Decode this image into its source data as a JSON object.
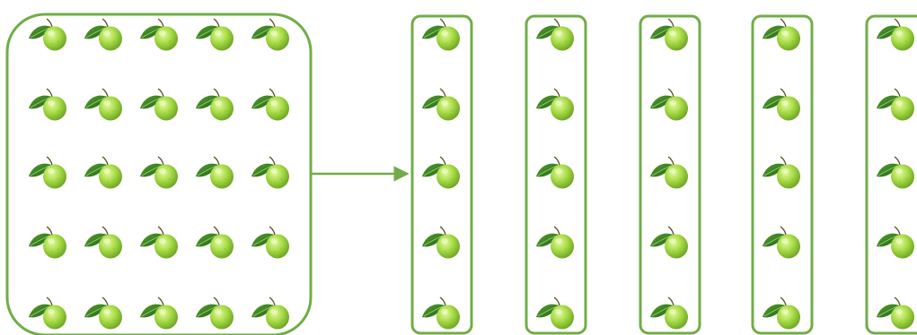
{
  "diagram": {
    "accent_color": "#70ad47",
    "item_icon": "guava-icon",
    "source_group": {
      "rows": 5,
      "columns": 5
    },
    "arrow": {
      "icon": "arrow-right-icon"
    },
    "target_groups": [
      {
        "items": 5
      },
      {
        "items": 5
      },
      {
        "items": 5
      },
      {
        "items": 5
      },
      {
        "items": 5
      }
    ]
  }
}
